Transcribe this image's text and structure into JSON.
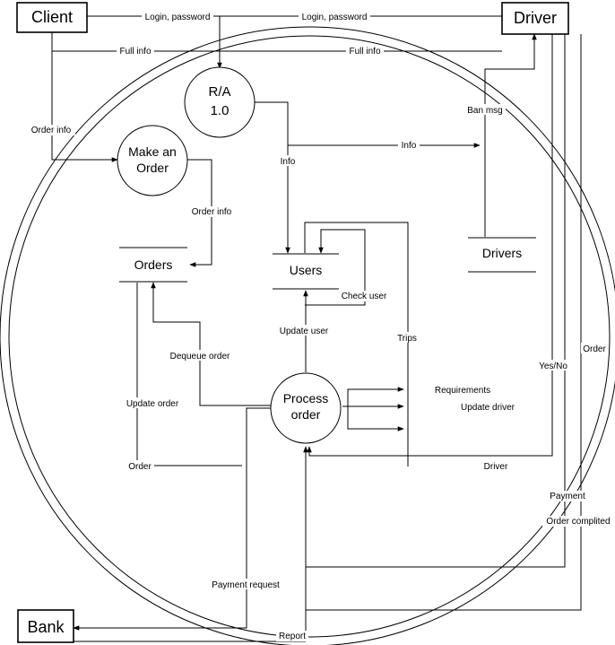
{
  "entities": {
    "client": "Client",
    "driver": "Driver",
    "bank": "Bank"
  },
  "processes": {
    "ra_line1": "R/A",
    "ra_line2": "1.0",
    "make_order_line1": "Make an",
    "make_order_line2": "Order",
    "process_order_line1": "Process",
    "process_order_line2": "order"
  },
  "stores": {
    "orders": "Orders",
    "users": "Users",
    "drivers": "Drivers"
  },
  "flows": {
    "login_client": "Login, password",
    "login_driver": "Login, password",
    "full_info_client": "Full info",
    "full_info_driver": "Full info",
    "order_info_client": "Order info",
    "ban_msg": "Ban msg",
    "info_drivers": "Info",
    "info_users": "Info",
    "order_info_store": "Order info",
    "check_user": "Check user",
    "update_user": "Update user",
    "trips": "Trips",
    "dequeue_order": "Dequeue order",
    "update_order": "Update order",
    "order": "Order",
    "requirements": "Requirements",
    "update_driver": "Update driver",
    "driver": "Driver",
    "yes_no": "Yes/No",
    "order_to_driver": "Order",
    "payment": "Payment",
    "order_completed": "Order complited",
    "payment_request": "Payment request",
    "report": "Report"
  }
}
